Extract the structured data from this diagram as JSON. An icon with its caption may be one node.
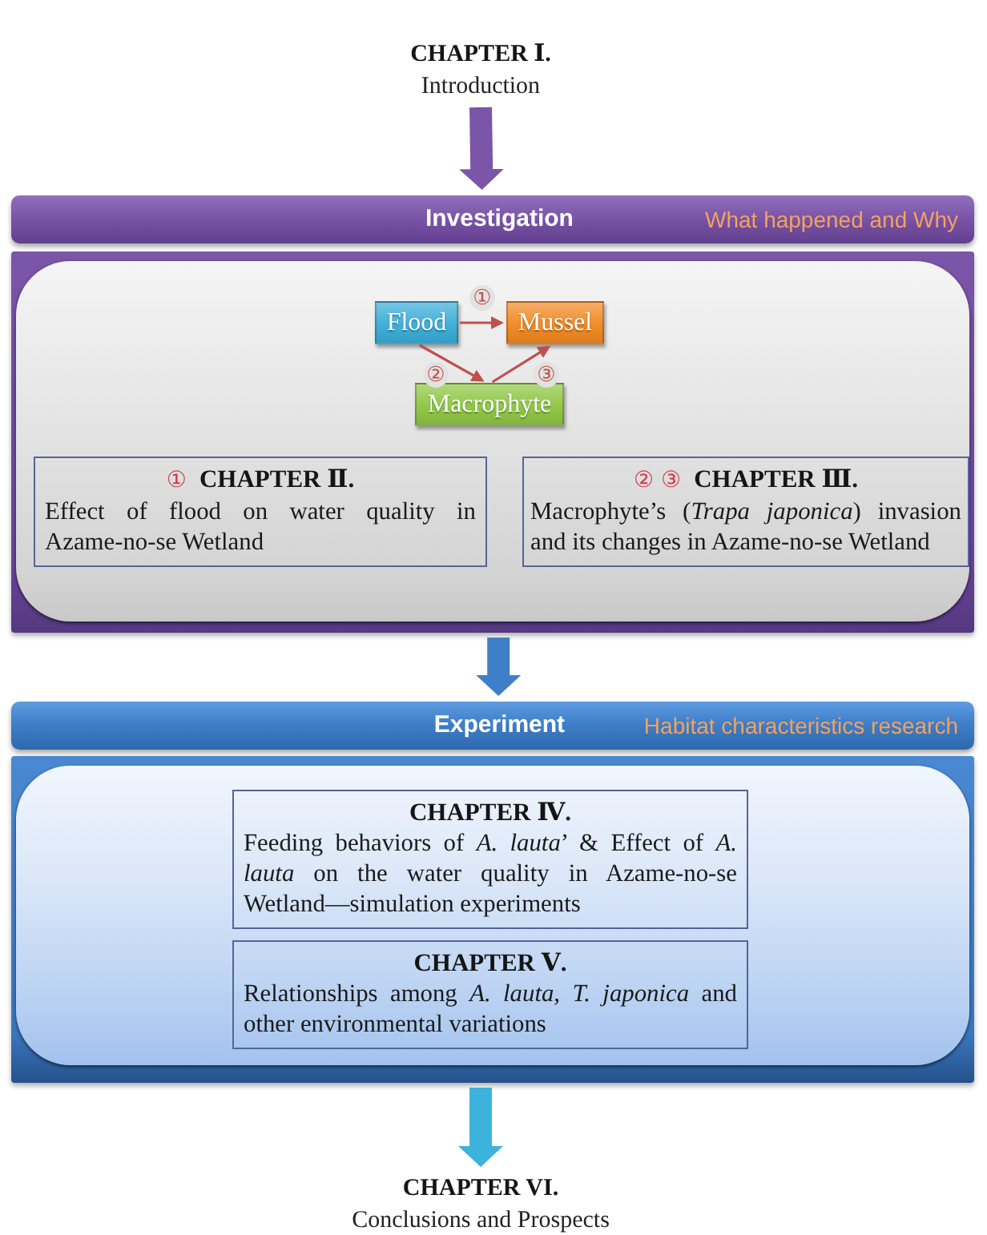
{
  "diagram": {
    "nodes": [
      {
        "text": [
          "CHAPTER Ⅰ.",
          "Introduction"
        ]
      },
      {
        "text": [
          "Investigation",
          "What happened and Why"
        ]
      },
      {
        "text": [],
        "shape": "box"
      },
      {
        "text": [
          "Flood"
        ],
        "in": 2
      },
      {
        "text": [
          "Mussel"
        ],
        "in": 2
      },
      {
        "text": [
          "Macrophyte"
        ],
        "in": 2
      },
      {
        "text": [
          "①",
          "CHAPTER Ⅱ.",
          "Effect of flood on water quality in Azame-no-se Wetland"
        ],
        "in": 2
      },
      {
        "text": [
          "② ③",
          "CHAPTER Ⅲ.",
          "Macrophyte’s (*Trapa japonica*) invasion and its changes in Azame-no-se Wetland"
        ],
        "in": 2
      },
      {
        "text": [
          "Experiment",
          "Habitat characteristics research"
        ]
      },
      {
        "text": [],
        "shape": "box"
      },
      {
        "text": [
          "CHAPTER Ⅳ.",
          "Feeding behaviors of *A. lauta*’ & Effect of *A. lauta* on the water quality in Azame-no-se Wetland—simulation experiments"
        ],
        "in": 9
      },
      {
        "text": [
          "CHAPTER Ⅴ.",
          "Relationships among *A. lauta*, *T. japonica* and other environmental variations"
        ],
        "in": 9
      },
      {
        "text": [
          "CHAPTER VI.",
          "Conclusions and Prospects"
        ]
      }
    ],
    "edges": [
      {
        "from": 0,
        "to": 1,
        "arrow": "to",
        "style": "thick",
        "color": "#7b55a8"
      },
      {
        "from": 2,
        "to": 8,
        "arrow": "to",
        "style": "thick",
        "color": "#3f7fca"
      },
      {
        "from": 9,
        "to": 12,
        "arrow": "to",
        "style": "thick",
        "color": "#3cb3dc"
      },
      {
        "from": 3,
        "to": 4,
        "arrow": "to",
        "label": "①"
      },
      {
        "from": 3,
        "to": 5,
        "arrow": "to",
        "label": "②"
      },
      {
        "from": 5,
        "to": 4,
        "arrow": "to",
        "label": "③"
      }
    ]
  }
}
